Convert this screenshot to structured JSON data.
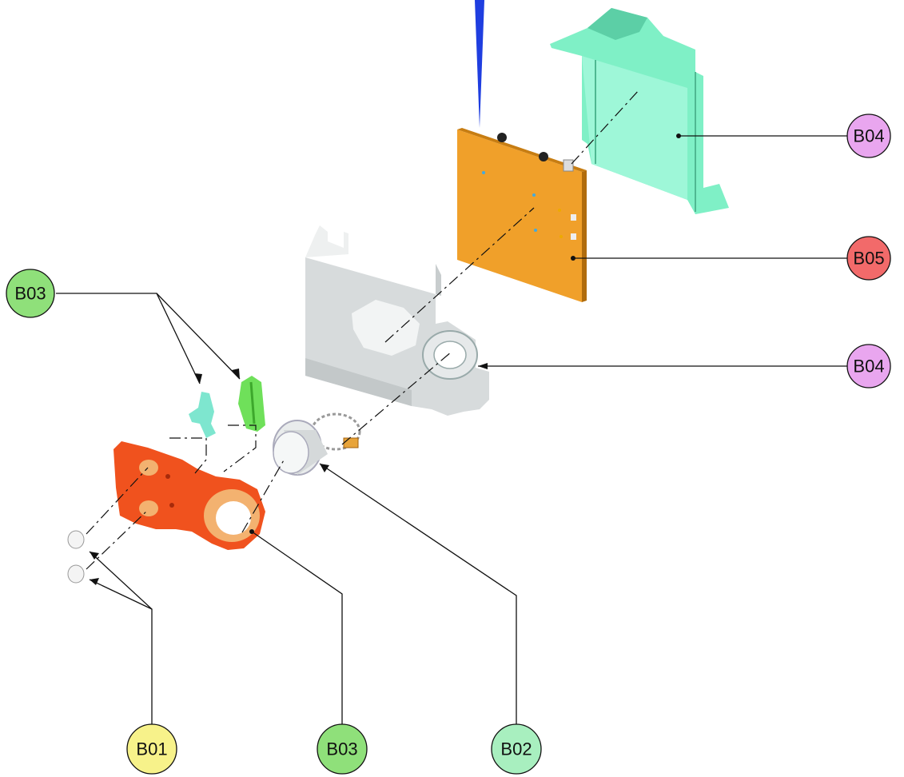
{
  "diagram": {
    "callouts": [
      {
        "id": "b04-top",
        "label": "B04",
        "color": "#e9a6ef"
      },
      {
        "id": "b05",
        "label": "B05",
        "color": "#f26a6a"
      },
      {
        "id": "b04-mid",
        "label": "B04",
        "color": "#e9a6ef"
      },
      {
        "id": "b03-left",
        "label": "B03",
        "color": "#8fe07a"
      },
      {
        "id": "b01",
        "label": "B01",
        "color": "#f7f28a"
      },
      {
        "id": "b03-bottom",
        "label": "B03",
        "color": "#8fe07a"
      },
      {
        "id": "b02",
        "label": "B02",
        "color": "#a8efbf"
      }
    ],
    "part_colors": {
      "cover": "#7ff0c6",
      "pcb": "#f0a02a",
      "frame": "#d7dbdc",
      "mount": "#f0521e",
      "lever": "#7ee6cf",
      "button": "#6fe05a",
      "motor": "#e9ecec",
      "pointer": "#1f3ee0"
    }
  }
}
